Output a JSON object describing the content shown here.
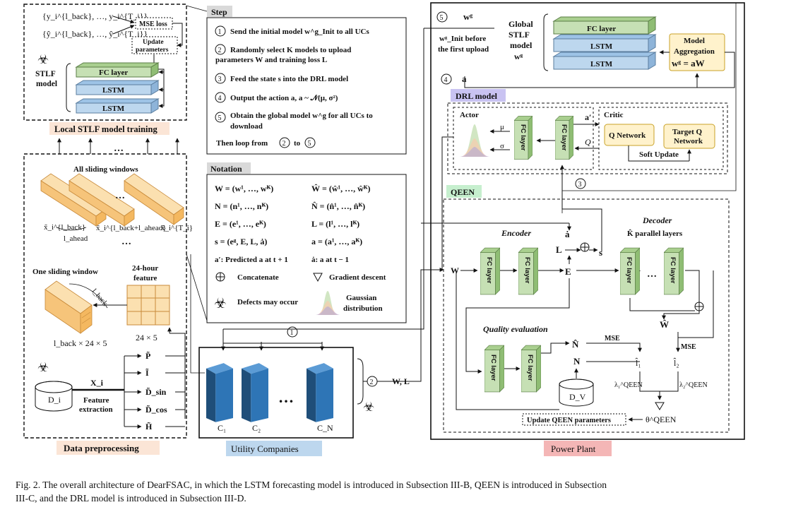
{
  "local": {
    "y_set": "{y_i^{l_back}, …, y_i^{T_i}}",
    "yhat_set": "{ŷ_i^{l_back}, …, ŷ_i^{T_i}}",
    "mse_loss": "MSE loss",
    "update": "Update",
    "parameters": "parameters",
    "stlf1": "STLF",
    "stlf2": "model",
    "fc_layer": "FC layer",
    "lstm": "LSTM",
    "title": "Local STLF model training"
  },
  "dots": "…",
  "data_pre": {
    "all_windows": "All sliding windows",
    "one_window": "One sliding window",
    "hour_feature1": "24-hour",
    "hour_feature2": "feature",
    "dim_24x5": "24 × 5",
    "dim_lback": "l_back × 24 × 5",
    "l_ahead": "l_ahead",
    "l_back": "l_back",
    "x_lback": "x̃_i^{l_back}",
    "x_lback_ahead": "x̃_i^{l_back+l_ahead}",
    "x_Ti": "x̃_i^{T_i}",
    "xi": "X_i",
    "feat1": "Feature",
    "feat2": "extraction",
    "Di": "D_i",
    "features": [
      "P̃",
      "Ĩ",
      "D̃_sin",
      "D̃_cos",
      "H̃"
    ],
    "title": "Data preprocessing"
  },
  "step": {
    "title": "Step",
    "s1": "Send the initial model w^g_Init to all UCs",
    "s2a": "Randomly select K models to upload",
    "s2b": "parameters W and training loss L",
    "s3": "Feed the state s into the DRL model",
    "s4": "Output the action a, a ~ 𝒩(μ, σ²)",
    "s5a": "Obtain the global model w^g for all UCs to",
    "s5b": "download",
    "loop": "Then loop from",
    "loop_to": "to"
  },
  "notation": {
    "title": "Notation",
    "rows": [
      [
        "W = (w¹, …, wᴷ)",
        "Ŵ = (ŵ¹, …, ŵᴷ)"
      ],
      [
        "N = (n¹, …, nᴷ)",
        "N̂ = (n̂¹, …, n̂ᴷ)"
      ],
      [
        "E = (e¹, …, eᴷ)",
        "L = (l¹, …, lᴷ)"
      ],
      [
        "s = (eᵍ, E, L, ȧ)",
        "a = (a¹, …, aᴷ)"
      ],
      [
        "a′: Predicted a at t + 1",
        "ȧ: a at t − 1"
      ]
    ],
    "concat": "Concatenate",
    "grad": "Gradient descent",
    "defects": "Defects may occur",
    "gauss1": "Gaussian",
    "gauss2": "distribution"
  },
  "uc": {
    "labels": [
      "C₁",
      "C₂",
      "C_N"
    ],
    "wl": "W, L",
    "title": "Utility Companies"
  },
  "pp": {
    "wg": "wᵍ",
    "winit": "wᵍ_Init before",
    "first_upload": "the first upload",
    "global1": "Global",
    "global2": "STLF",
    "global3": "model",
    "global4": "wᵍ",
    "agg1": "Model",
    "agg2": "Aggregation",
    "agg3": "wᵍ = aW",
    "a_label": "a",
    "drl": "DRL model",
    "actor": "Actor",
    "critic": "Critic",
    "mu": "μ",
    "sigma": "σ",
    "a_prime": "a′",
    "q": "Q",
    "qnet": "Q Network",
    "tq1": "Target Q",
    "tq2": "Network",
    "soft": "Soft Update",
    "qeen": "QEEN",
    "encoder": "Encoder",
    "decoder": "Decoder",
    "khat": "K̂ parallel layers",
    "adot": "ȧ",
    "L": "L",
    "E": "E",
    "s": "s",
    "W": "W",
    "What": "Ŵ",
    "Nhat": "N̂",
    "N": "N",
    "quality": "Quality evaluation",
    "mse": "MSE",
    "l1": "l̂₁",
    "l2": "l̂₂",
    "lam1": "λ₁^QEEN",
    "lam2": "λ₂^QEEN",
    "theta": "θ^QEEN",
    "DV": "D_V",
    "update": "Update QEEN parameters",
    "title": "Power Plant"
  },
  "caption1": "Fig. 2.  The overall architecture of DearFSAC, in which the LSTM forecasting model is introduced in Subsection III-B, QEEN is introduced in Subsection",
  "caption2": "III-C, and the DRL model is introduced in Subsection III-D.",
  "colors": {
    "fc": "#c6e0b4",
    "lstm": "#bdd7ee",
    "orange": "#fbe5d6",
    "uc_blue": "#2e75b6",
    "pink": "#f4b6b6",
    "drl": "#c9c3f2",
    "qeen": "#c6efce",
    "yellow": "#fff2cc"
  }
}
